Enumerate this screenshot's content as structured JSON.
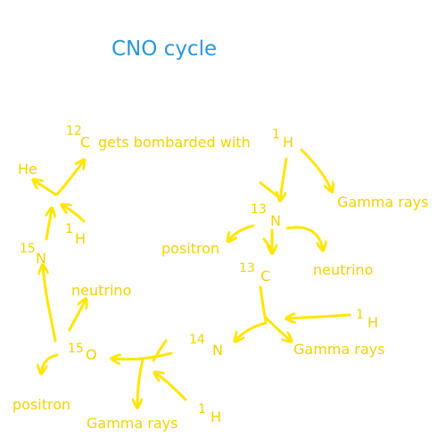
{
  "title": "CNO cycle",
  "labels": {
    "c12_mass": "12",
    "c12_sym": "C",
    "bombard_text": "gets bombarded with",
    "h1_top_mass": "1",
    "h1_top_sym": "H",
    "n13_mass": "13",
    "n13_sym": "N",
    "gamma1": "Gamma rays",
    "positron1": "positron",
    "neutrino1": "neutrino",
    "c13_mass": "13",
    "c13_sym": "C",
    "h1_mid_mass": "1",
    "h1_mid_sym": "H",
    "gamma2": "Gamma rays",
    "n14_mass": "14",
    "n14_sym": "N",
    "h1_bot_mass": "1",
    "h1_bot_sym": "H",
    "gamma3": "Gamma rays",
    "o15_mass": "15",
    "o15_sym": "O",
    "positron2": "positron",
    "neutrino2": "neutrino",
    "n15_mass": "15",
    "n15_sym": "N",
    "h1_left_mass": "1",
    "h1_left_sym": "H",
    "he": "He"
  },
  "colors": {
    "title": "#2b97d9",
    "labels": "#f2d200",
    "arrows": "#ffe600"
  }
}
